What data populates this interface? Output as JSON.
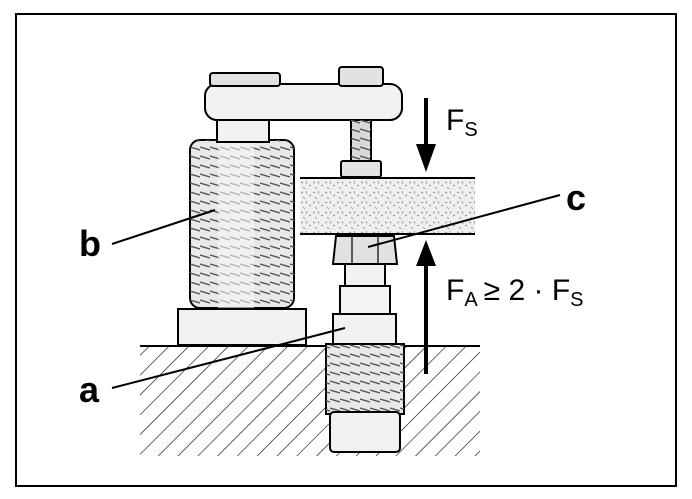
{
  "labels": {
    "a": "a",
    "b": "b",
    "c": "c"
  },
  "forces": {
    "fs_main": "F",
    "fs_sub": "S",
    "fa_main": "F",
    "fa_sub": "A",
    "fa_rel": "≥ 2 · F",
    "fa_rel_sub": "S"
  },
  "colors": {
    "line": "#000000",
    "part_fill": "#f1f1f1",
    "part_shade": "#d8d8d8",
    "nut_fill": "#e2e2e2",
    "workpiece_fill": "#ececec"
  },
  "icons": [
    "threaded-support-element",
    "swing-clamp",
    "clamp-bolt",
    "workpiece",
    "base-plate"
  ]
}
